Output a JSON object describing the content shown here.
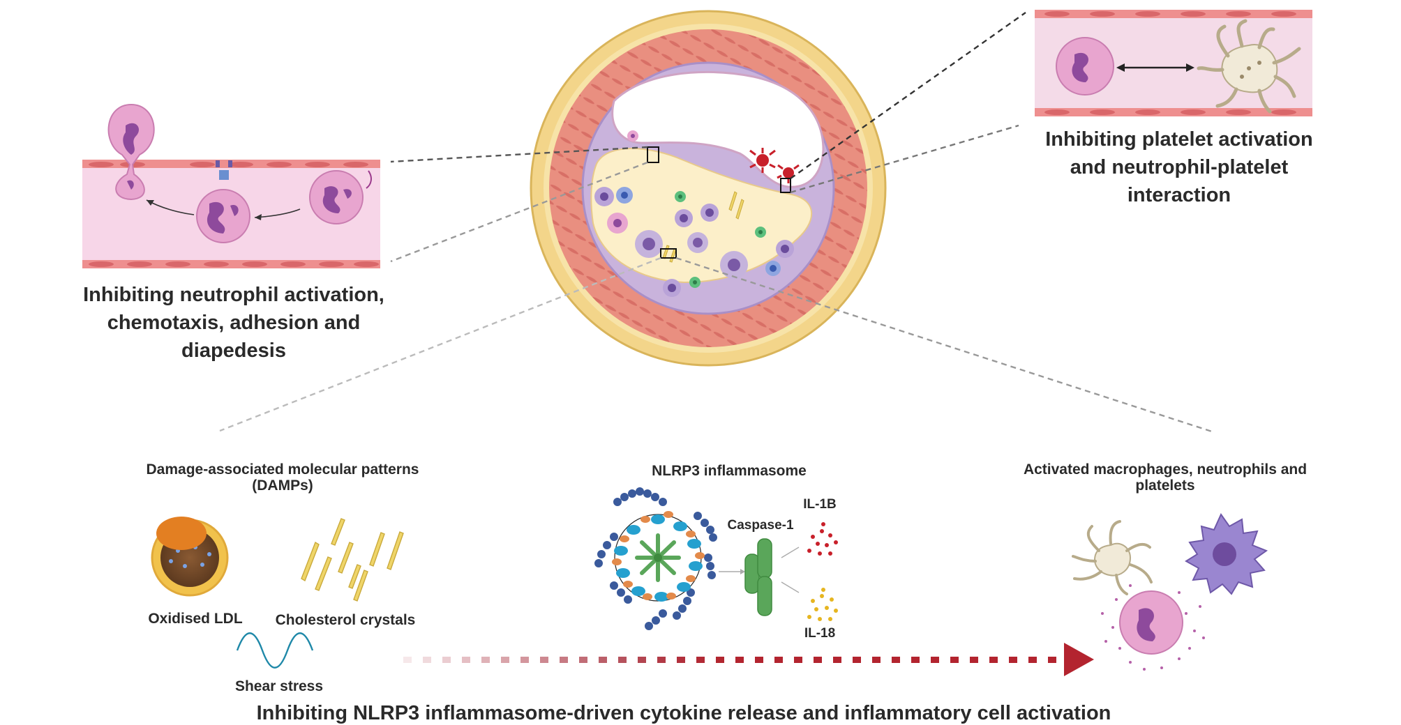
{
  "panels": {
    "neutrophil": {
      "caption": "Inhibiting neutrophil activation, chemotaxis, adhesion and diapedesis"
    },
    "platelet": {
      "caption": "Inhibiting platelet activation and neutrophil-platelet interaction"
    }
  },
  "bottom": {
    "damps_title": "Damage-associated molecular patterns (DAMPs)",
    "oxidised_ldl": "Oxidised LDL",
    "cholesterol_crystals": "Cholesterol crystals",
    "shear_stress": "Shear stress",
    "nlrp3_title": "NLRP3 inflammasome",
    "caspase": "Caspase-1",
    "il1b": "IL-1B",
    "il18": "IL-18",
    "activated_title": "Activated macrophages, neutrophils and platelets",
    "main_caption": "Inhibiting NLRP3 inflammasome-driven cytokine release and inflammatory cell activation"
  },
  "colors": {
    "adventitia": "#f3d58a",
    "media": "#e98f80",
    "intima": "#c9b3dc",
    "plaque": "#fcefc9",
    "vessel_panel": "#f7d6e8",
    "endothelium": "#ee8f8f",
    "neutrophil": "#e8a5cf",
    "nucleus": "#8e4a9c",
    "arrow_dark_red": "#b3242f",
    "caspase_green": "#5aa65a",
    "crystal_yellow": "#efd569"
  }
}
